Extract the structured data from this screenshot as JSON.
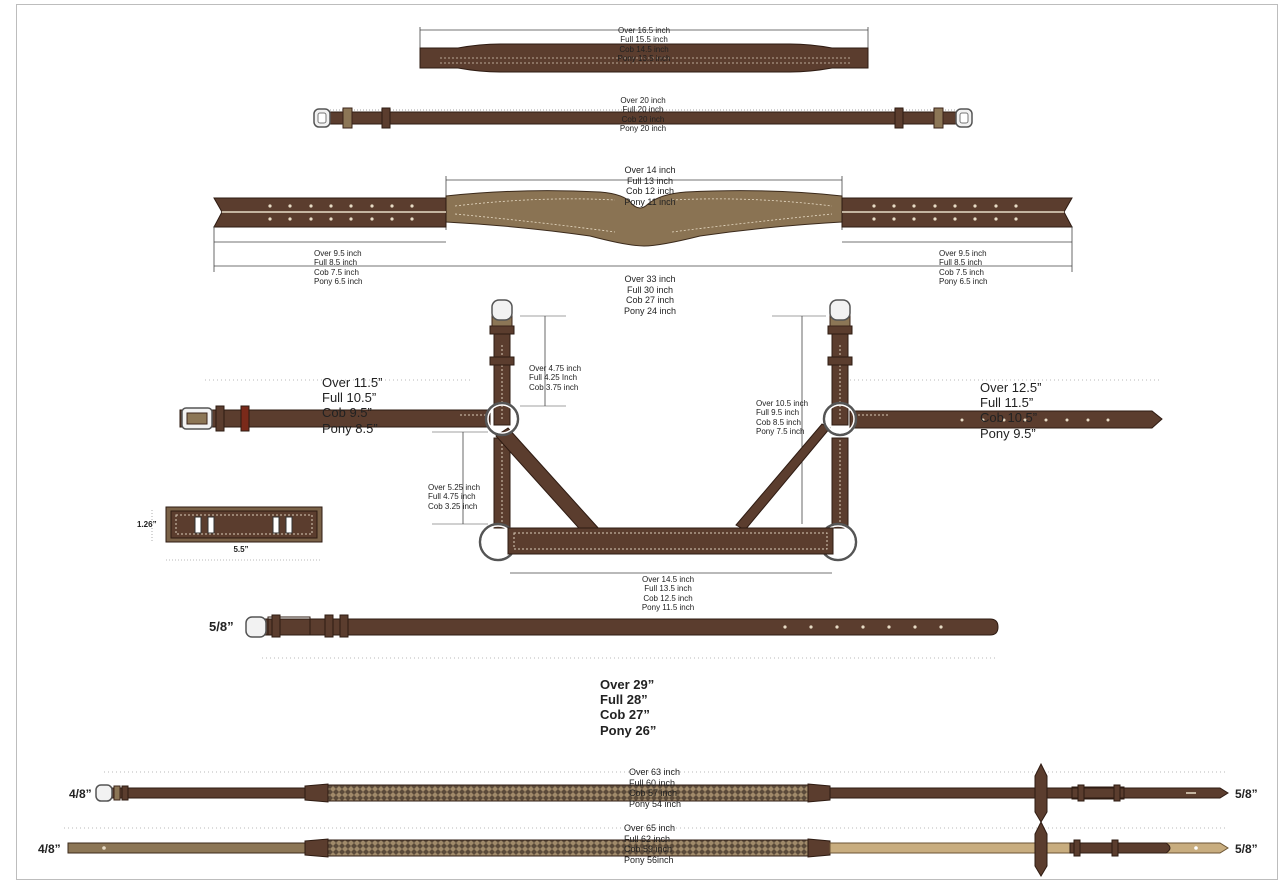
{
  "noseband_top": {
    "lines": [
      "Over 16.5 inch",
      "Full 15.5 inch",
      "Cob 14.5 inch",
      "Pony 13.5 inch"
    ]
  },
  "strap_20": {
    "lines": [
      "Over 20 inch",
      "Full 20 inch",
      "Cob 20 inch",
      "Pony 20 inch"
    ]
  },
  "browband": {
    "center": [
      "Over 14 inch",
      "Full 13 inch",
      "Cob 12 inch",
      "Pony 11 inch"
    ],
    "left_end": [
      "Over 9.5 inch",
      "Full 8.5 inch",
      "Cob 7.5 inch",
      "Pony 6.5 inch"
    ],
    "right_end": [
      "Over 9.5 inch",
      "Full 8.5 inch",
      "Cob 7.5 inch",
      "Pony 6.5 inch"
    ],
    "total": [
      "Over 33 inch",
      "Full 30 inch",
      "Cob 27 inch",
      "Pony 24 inch"
    ]
  },
  "cavesson": {
    "left_strap": [
      "Over 11.5”",
      "Full 10.5”",
      "Cob 9.5”",
      "Pony 8.5”"
    ],
    "right_strap": [
      "Over 12.5”",
      "Full 11.5”",
      "Cob 10.5”",
      "Pony 9.5”"
    ],
    "cheek_upper_left": [
      "Over 4.75 inch",
      "Full 4.25 Inch",
      "Cob 3.75 inch"
    ],
    "cheek_lower_left": [
      "Over 5.25 inch",
      "Full 4.75 inch",
      "Cob 3.25 inch"
    ],
    "cheek_right": [
      "Over 10.5 inch",
      "Full 9.5 inch",
      "Cob 8.5 inch",
      "Pony 7.5 inch"
    ],
    "nose_piece": [
      "Over 14.5 inch",
      "Full 13.5 inch",
      "Cob 12.5 inch",
      "Pony 11.5 inch"
    ]
  },
  "keeper": {
    "height": "1.26”",
    "width": "5.5”"
  },
  "throatlatch": {
    "width": "5/8”",
    "lines": [
      "Over 29”",
      "Full 28”",
      "Cob 27”",
      "Pony 26”"
    ]
  },
  "rein_1": {
    "left_width": "4/8”",
    "right_width": "5/8”",
    "lines": [
      "Over 63 inch",
      "Full 60 inch",
      "Cob 57 inch",
      "Pony 54 inch"
    ]
  },
  "rein_2": {
    "left_width": "4/8”",
    "right_width": "5/8”",
    "lines": [
      "Over 65 inch",
      "Full 62 inch",
      "Cob 59 inch",
      "Pony 56inch"
    ]
  },
  "colors": {
    "leather": "#5a3a2c",
    "leather_dark": "#3b2419",
    "tan": "#8c7656",
    "light_tan": "#c8ad7f",
    "stitch": "#d9cbb8"
  }
}
